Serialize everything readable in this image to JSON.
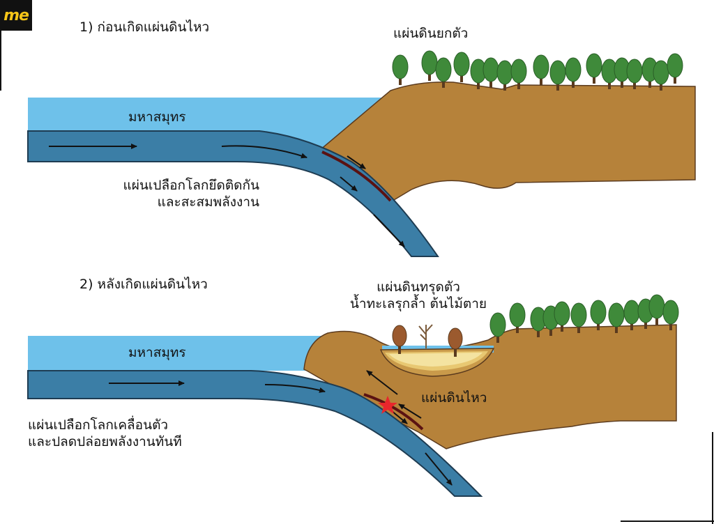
{
  "logo": {
    "text": "me",
    "colors": {
      "bg": "#111111",
      "fg": "#f6c518"
    }
  },
  "panel1": {
    "title": "1) ก่อนเกิดแผ่นดินไหว",
    "land_label": "แผ่นดินยกตัว",
    "ocean_label": "มหาสมุทร",
    "plate_label_line1": "แผ่นเปลือกโลกยึดติดกัน",
    "plate_label_line2": "และสะสมพลังงาน"
  },
  "panel2": {
    "title": "2) หลังเกิดแผ่นดินไหว",
    "subsidence_line1": "แผ่นดินทรุดตัว",
    "subsidence_line2": "น้ำทะเลรุกล้ำ ต้นไม้ตาย",
    "ocean_label": "มหาสมุทร",
    "quake_label": "แผ่นดินไหว",
    "plate_label_line1": "แผ่นเปลือกโลกเคลื่อนตัว",
    "plate_label_line2": "และปลดปล่อยพลังงานทันที"
  },
  "colors": {
    "ocean": "#6ec1ea",
    "plate": "#3b7ea6",
    "land": "#b6823a",
    "tree": "#3f8a3a",
    "trunk": "#5a3a1e",
    "epicenter": "#e8262c"
  }
}
